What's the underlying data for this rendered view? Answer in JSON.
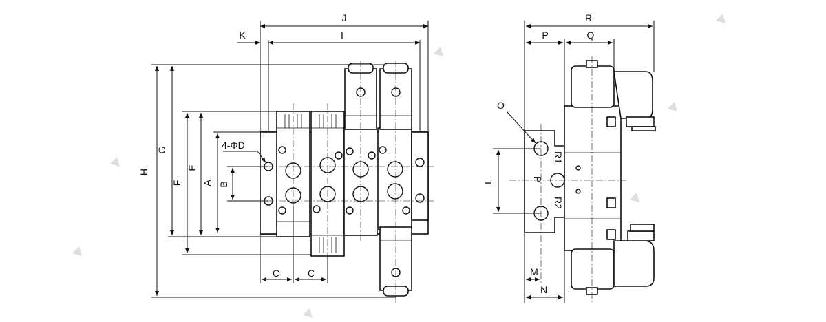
{
  "diagram": {
    "front_view": {
      "labels": {
        "J": "J",
        "I": "I",
        "K": "K",
        "H": "H",
        "G": "G",
        "F": "F",
        "E": "E",
        "A": "A",
        "B": "B",
        "C1": "C",
        "C2": "C",
        "hole_note": "4-ΦD"
      }
    },
    "side_view": {
      "labels": {
        "R": "R",
        "P": "P",
        "Q": "Q",
        "O": "O",
        "L": "L",
        "M": "M",
        "N": "N",
        "port_r1": "R1",
        "port_p": "P",
        "port_r2": "R2"
      }
    }
  }
}
